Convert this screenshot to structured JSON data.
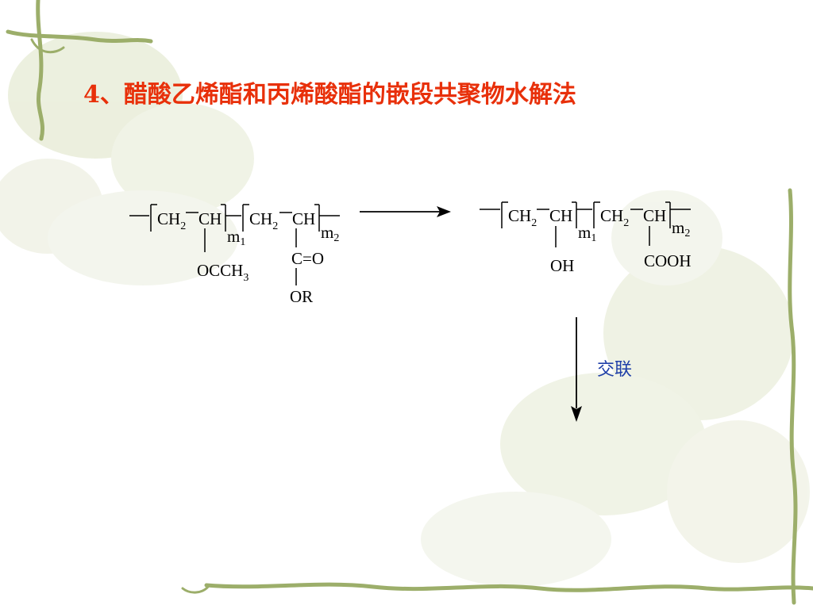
{
  "slide": {
    "title": "4、醋酸乙烯酯和丙烯酸酯的嵌段共聚物水解法",
    "title_color": "#E8300A",
    "reaction_label": "交联",
    "reaction_label_color": "#1F3FA8"
  },
  "reactant": {
    "ch2_a": "CH",
    "ch_a": "CH",
    "m1": "m",
    "ch2_b": "CH",
    "ch_b": "CH",
    "m2": "m",
    "sub_2": "2",
    "sub_1": "1",
    "sub_3": "3",
    "acetate_group": "OCCH",
    "carbonyl_group": "C=O",
    "ester_group": "OR"
  },
  "product": {
    "ch2_a": "CH",
    "ch_a": "CH",
    "m1": "m",
    "ch2_b": "CH",
    "ch_b": "CH",
    "m2": "m",
    "hydroxyl_group": "OH",
    "carboxyl_group": "COOH"
  },
  "colors": {
    "background": "#FFFFFF",
    "decoration_green": "#9CAE6A",
    "decoration_light": "#E7EBD6"
  },
  "icons": [
    "vine-border-decoration",
    "faded-flower-decoration"
  ]
}
